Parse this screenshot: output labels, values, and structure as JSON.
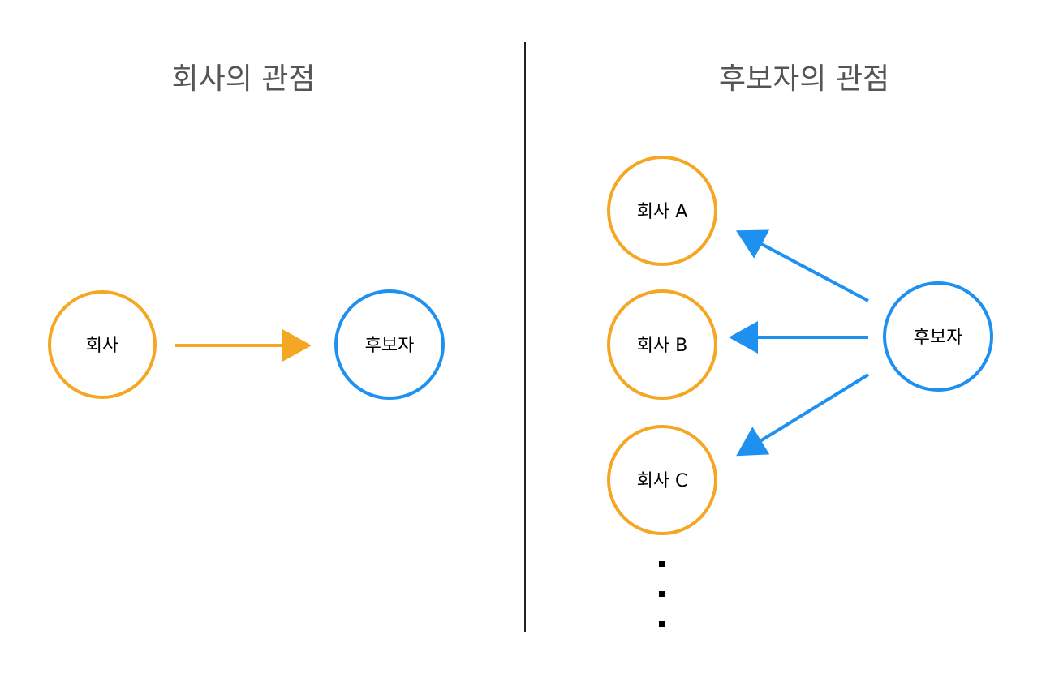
{
  "left_panel": {
    "title": "회사의 관점",
    "company_label": "회사",
    "candidate_label": "후보자"
  },
  "right_panel": {
    "title": "후보자의 관점",
    "company_a_label": "회사 A",
    "company_b_label": "회사 B",
    "company_c_label": "회사 C",
    "candidate_label": "후보자"
  },
  "colors": {
    "company": "#F5A623",
    "candidate": "#1E90F0",
    "divider": "#222222",
    "title": "#555555"
  }
}
